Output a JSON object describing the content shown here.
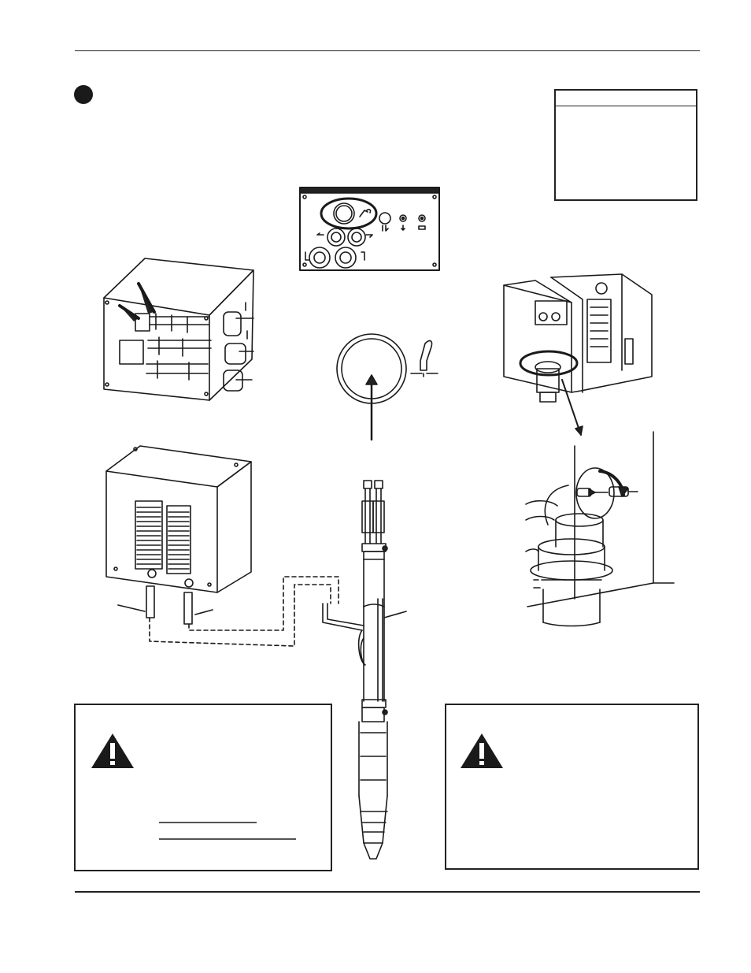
{
  "page": {
    "step_marker": "●",
    "note_box": {
      "heading": "",
      "body": ""
    },
    "warnings": [
      {
        "icon": "warning-triangle-icon",
        "text": ""
      },
      {
        "icon": "warning-triangle-icon",
        "text": ""
      }
    ]
  },
  "figures": {
    "control_panel": "control-panel-diagram",
    "power_supply_open": "power-supply-open-diagram",
    "power_supply_closed": "power-supply-closed-diagram",
    "torch": "torch-diagram",
    "ignition_console": "ignition-console-diagram",
    "connector_detail": "connector-detail-diagram",
    "gauge_closeup": "gauge-closeup-diagram"
  }
}
